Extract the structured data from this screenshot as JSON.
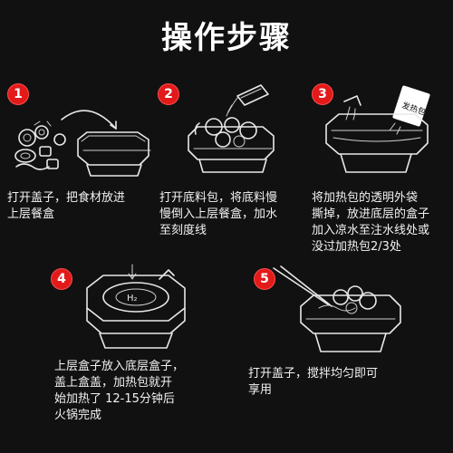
{
  "title": "操作步骤",
  "steps": [
    {
      "number": "1",
      "text": "打开盖子，把食材放进\n上层餐盒"
    },
    {
      "number": "2",
      "text": "打开底料包，将底料慢\n慢倒入上层餐盒，加水\n至刻度线"
    },
    {
      "number": "3",
      "text": "将加热包的透明外袋\n撕掉，放进底层的盒子\n加入凉水至注水线处或\n没过加热包2/3处"
    },
    {
      "number": "4",
      "text": "上层盒子放入底层盒子，\n盖上盒盖，加热包就开\n始加热了 12-15分钟后\n火锅完成"
    },
    {
      "number": "5",
      "text": "打开盖子，搅拌均匀即可\n享用"
    }
  ],
  "illustrations": {
    "heating_pack_label": "发热包",
    "lid_label": "H₂"
  },
  "colors": {
    "background": "#111111",
    "badge": "#e21a1a",
    "text": "#f2f2f2",
    "line_art": "#e8e8e8"
  }
}
